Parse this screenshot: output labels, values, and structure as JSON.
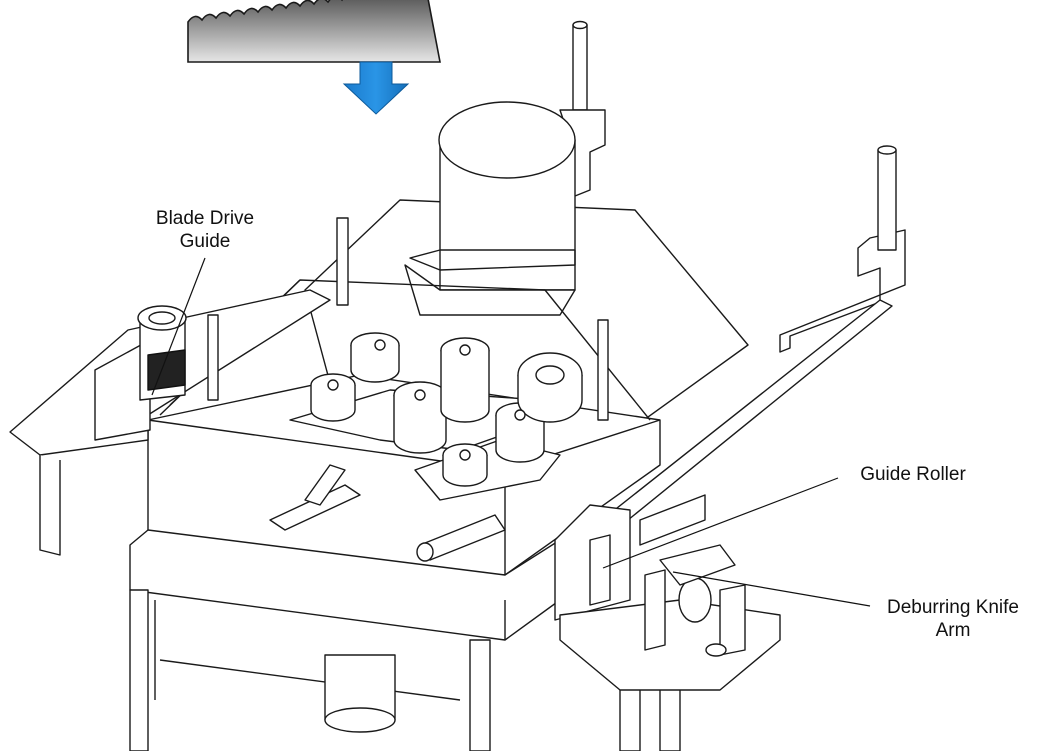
{
  "labels": {
    "blade_drive_guide": {
      "line1": "Blade Drive",
      "line2": "Guide"
    },
    "guide_roller": "Guide Roller",
    "deburring_knife_arm": {
      "line1": "Deburring Knife",
      "line2": "Arm"
    }
  },
  "colors": {
    "arrow": "#1f86d6",
    "blade_dark": "#4a4a4a",
    "blade_light": "#d8d8d8",
    "line": "#1a1a1a"
  },
  "icons": {
    "feed_direction": "down-arrow-icon"
  }
}
